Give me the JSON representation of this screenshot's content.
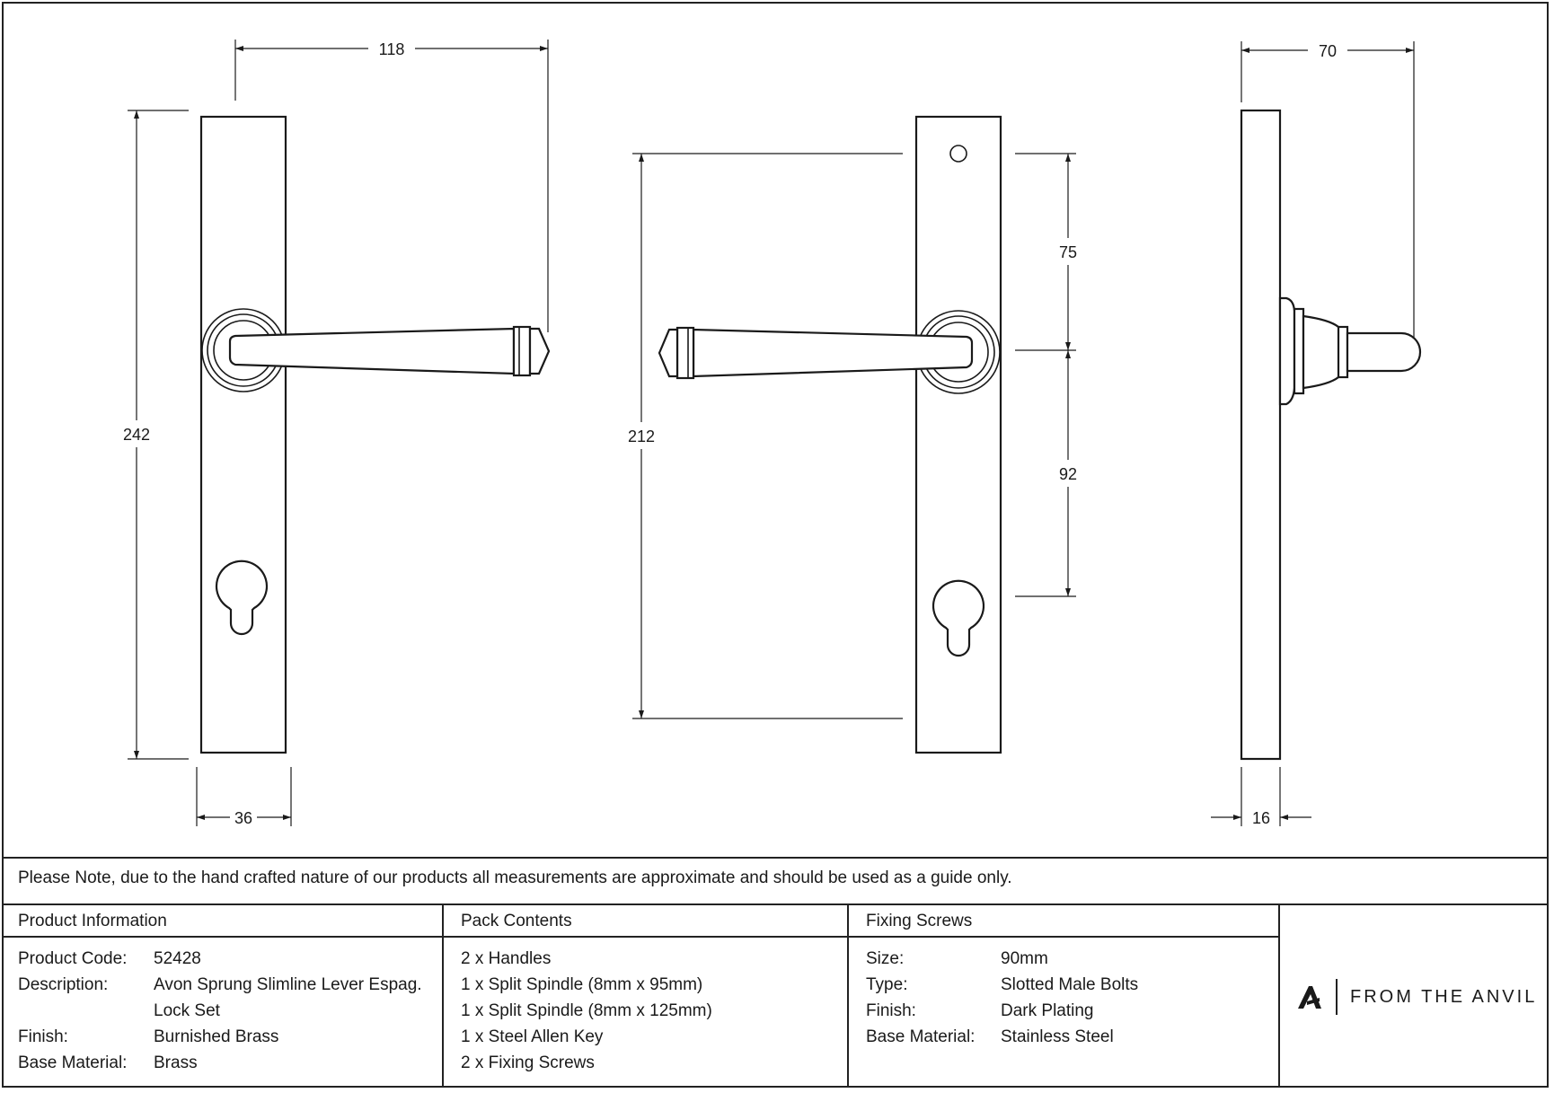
{
  "dimensions": {
    "front_width_top": "118",
    "front_height": "242",
    "front_width_bottom": "36",
    "back_height": "212",
    "back_upper": "75",
    "back_lower": "92",
    "side_depth": "70",
    "side_thickness": "16"
  },
  "note": "Please Note, due to the hand crafted nature of our products all measurements are approximate and should be used as a guide only.",
  "product_information": {
    "heading": "Product Information",
    "rows": [
      {
        "label": "Product Code:",
        "value": "52428"
      },
      {
        "label": "Description:",
        "value": "Avon Sprung Slimline Lever Espag."
      },
      {
        "label": "",
        "value": "Lock Set"
      },
      {
        "label": "Finish:",
        "value": "Burnished Brass"
      },
      {
        "label": "Base Material:",
        "value": "Brass"
      }
    ]
  },
  "pack_contents": {
    "heading": "Pack Contents",
    "items": [
      "2 x Handles",
      "1 x Split Spindle (8mm x 95mm)",
      "1 x Split Spindle (8mm x 125mm)",
      "1 x Steel Allen Key",
      "2 x Fixing Screws"
    ]
  },
  "fixing_screws": {
    "heading": "Fixing Screws",
    "rows": [
      {
        "label": "Size:",
        "value": "90mm"
      },
      {
        "label": "Type:",
        "value": "Slotted Male Bolts"
      },
      {
        "label": "Finish:",
        "value": "Dark Plating"
      },
      {
        "label": "Base Material:",
        "value": "Stainless Steel"
      }
    ]
  },
  "brand": {
    "name": "FROM THE ANVIL"
  }
}
